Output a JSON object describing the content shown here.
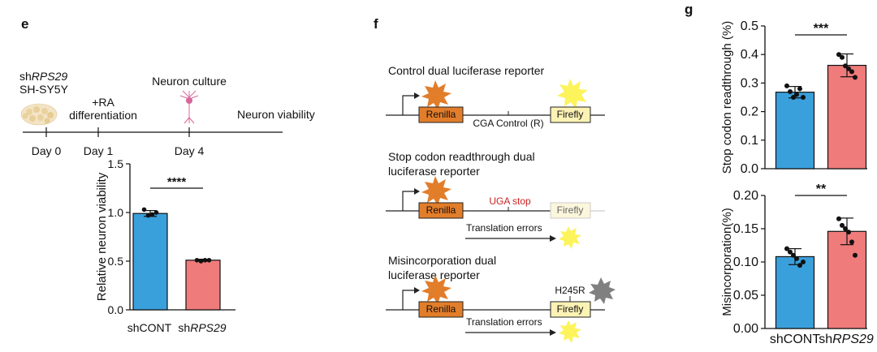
{
  "panels": {
    "e": "e",
    "f": "f",
    "g": "g"
  },
  "panel_e": {
    "timeline": {
      "cells_label_prefix": "sh",
      "cells_label_italic": "RPS29",
      "cell_line": "SH-SY5Y",
      "ra_line1": "+RA",
      "ra_line2": "differentiation",
      "culture": "Neuron culture",
      "viability": "Neuron viability",
      "days": [
        "Day 0",
        "Day 1",
        "Day 4"
      ]
    }
  },
  "panel_f": {
    "control": {
      "title": "Control dual luciferase reporter",
      "renilla": "Renilla",
      "firefly": "Firefly",
      "codon": "CGA Control (R)"
    },
    "readthrough": {
      "title_line1": "Stop codon readthrough dual",
      "title_line2": "luciferase reporter",
      "renilla": "Renilla",
      "firefly": "Firefly",
      "codon": "UGA stop",
      "errors": "Translation errors"
    },
    "misincorporation": {
      "title_line1": "Misincorporation dual",
      "title_line2": "luciferase reporter",
      "renilla": "Renilla",
      "firefly": "Firefly",
      "codon": "H245R",
      "errors": "Translation errors"
    }
  },
  "colors": {
    "blue": "#3aa0dc",
    "red": "#ef7b7b",
    "renilla": "#e27d2a",
    "firefly": "#fbf2b4",
    "star_yellow": "#fdf35a",
    "star_gray": "#808080",
    "stop_red": "#cc2222"
  },
  "chart_data": [
    {
      "type": "bar",
      "ylabel": "Relative neuron viability",
      "categories": [
        "shCONT",
        "shRPS29"
      ],
      "category_display": [
        {
          "prefix": "shCONT",
          "italic": ""
        },
        {
          "prefix": "sh",
          "italic": "RPS29"
        }
      ],
      "values": [
        0.99,
        0.51
      ],
      "errors": [
        0.03,
        0.01
      ],
      "points": [
        [
          1.03,
          0.97,
          0.98,
          1.0
        ],
        [
          0.51,
          0.5,
          0.51,
          0.51
        ]
      ],
      "ylim": [
        0,
        1.5
      ],
      "yticks": [
        "0.0",
        "0.5",
        "1.0",
        "1.5"
      ],
      "significance": "****"
    },
    {
      "type": "bar",
      "ylabel": "Stop codon readthrough (%)",
      "categories": [
        "shCONT",
        "shRPS29"
      ],
      "values": [
        0.268,
        0.362
      ],
      "errors": [
        0.02,
        0.04
      ],
      "points": [
        [
          0.29,
          0.27,
          0.25,
          0.26,
          0.28,
          0.25
        ],
        [
          0.4,
          0.39,
          0.36,
          0.35,
          0.34,
          0.32
        ]
      ],
      "ylim": [
        0,
        0.5
      ],
      "yticks": [
        "0.0",
        "0.1",
        "0.2",
        "0.3",
        "0.4",
        "0.5"
      ],
      "significance": "***"
    },
    {
      "type": "bar",
      "ylabel": "Misincorporation(%)",
      "categories": [
        "shCONT",
        "shRPS29"
      ],
      "category_display": [
        {
          "prefix": "shCONT",
          "italic": ""
        },
        {
          "prefix": "sh",
          "italic": "RPS29"
        }
      ],
      "values": [
        0.108,
        0.146
      ],
      "errors": [
        0.012,
        0.02
      ],
      "points": [
        [
          0.12,
          0.115,
          0.11,
          0.105,
          0.095,
          0.1
        ],
        [
          0.165,
          0.155,
          0.15,
          0.145,
          0.13,
          0.11
        ]
      ],
      "ylim": [
        0,
        0.2
      ],
      "yticks": [
        "0.00",
        "0.05",
        "0.10",
        "0.15",
        "0.20"
      ],
      "significance": "**"
    }
  ]
}
